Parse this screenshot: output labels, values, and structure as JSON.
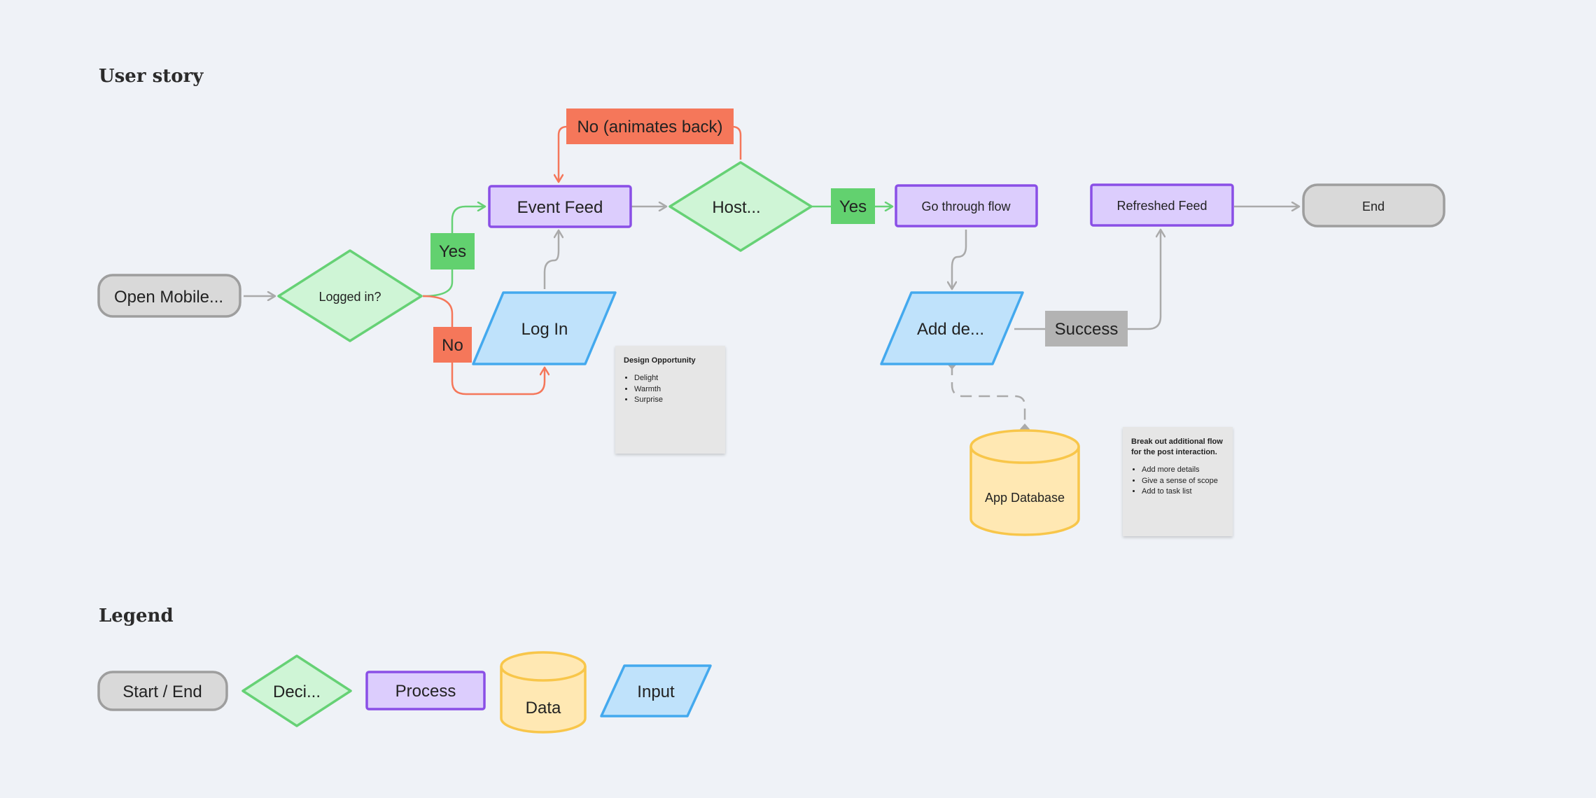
{
  "headings": {
    "user_story": "User story",
    "legend": "Legend"
  },
  "nodes": {
    "open_mobile": "Open Mobile...",
    "logged_in": "Logged in?",
    "event_feed": "Event Feed",
    "log_in": "Log In",
    "host": "Host...",
    "go_through_flow": "Go through flow",
    "add_de": "Add de...",
    "app_database": "App Database",
    "refreshed_feed": "Refreshed Feed",
    "end": "End"
  },
  "edge_labels": {
    "yes_login": "Yes",
    "no_login": "No",
    "no_animates_back": "No (animates back)",
    "yes_host": "Yes",
    "success": "Success"
  },
  "notes": {
    "design_opportunity": {
      "title": "Design Opportunity",
      "items": [
        "Delight",
        "Warmth",
        "Surprise"
      ]
    },
    "break_out": {
      "title": "Break out additional flow for the post interaction.",
      "items": [
        "Add more details",
        "Give a sense of scope",
        "Add to task list"
      ]
    }
  },
  "legend": {
    "start_end": "Start / End",
    "decision": "Deci...",
    "process": "Process",
    "data": "Data",
    "input": "Input"
  },
  "colors": {
    "green_fill": "#cff5d6",
    "green_stroke": "#66d175",
    "purple_fill": "#dccdfd",
    "purple_stroke": "#8a4fe6",
    "blue_fill": "#bfe2fb",
    "blue_stroke": "#44a9ee",
    "yellow_fill": "#ffe8b3",
    "yellow_stroke": "#f8c64a",
    "gray_fill": "#d9d9d9",
    "gray_stroke": "#9e9e9e",
    "red_label": "#f5775a",
    "green_label": "#62d16f",
    "gray_label": "#b3b3b3",
    "connector_gray": "#aaaaaa"
  }
}
